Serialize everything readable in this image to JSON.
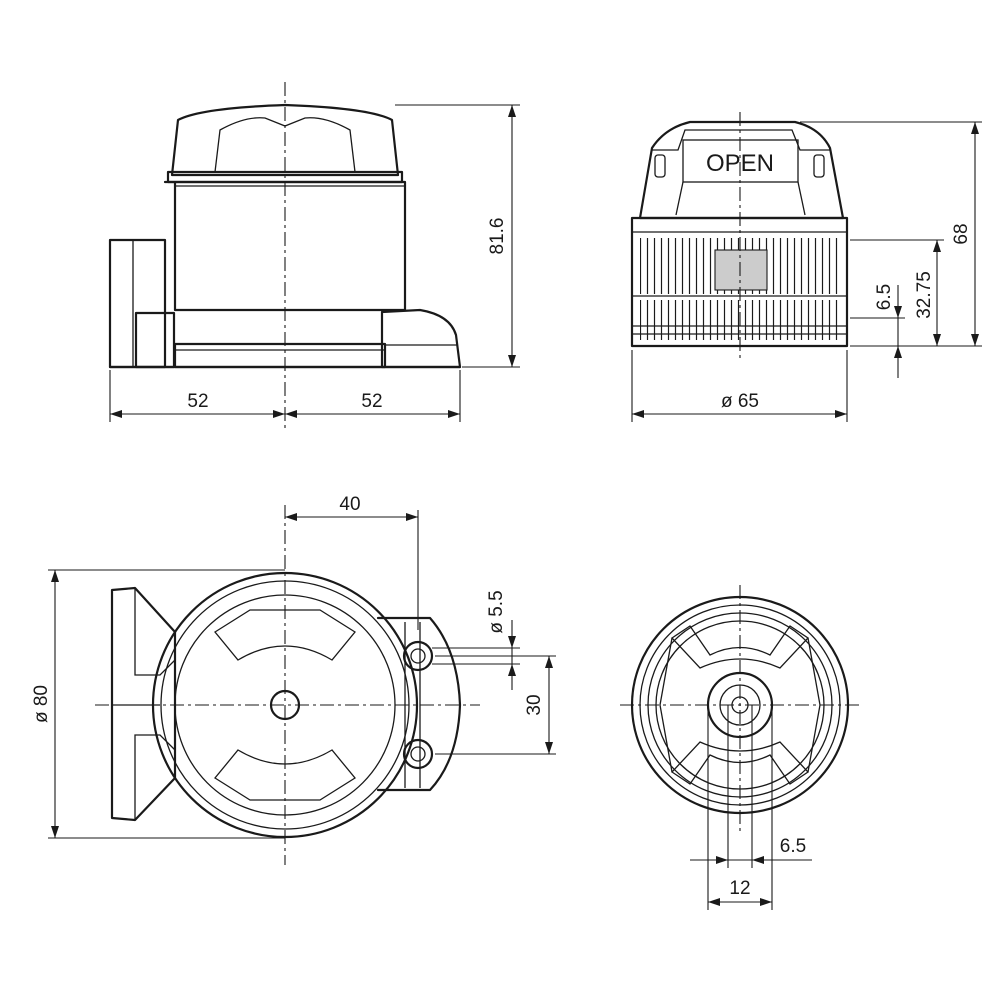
{
  "views": {
    "front": {
      "dim_height": "81.6",
      "dim_left_width": "52",
      "dim_right_width": "52"
    },
    "side": {
      "label": "OPEN",
      "dim_height": "68",
      "dim_upper": "32.75",
      "dim_small": "6.5",
      "dim_diameter": "ø 65"
    },
    "top": {
      "dim_offset": "40",
      "dim_diameter": "ø 80",
      "dim_hole": "ø 5.5",
      "dim_hole_spacing": "30"
    },
    "bottom": {
      "dim_inner": "6.5",
      "dim_outer": "12"
    }
  }
}
